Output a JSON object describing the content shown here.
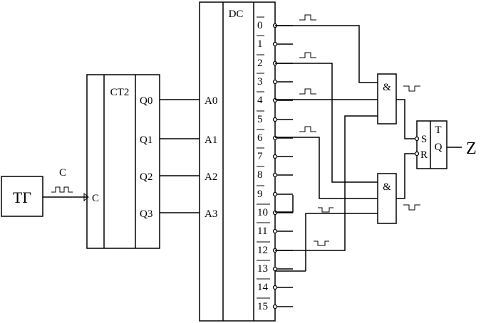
{
  "generator": {
    "label": "ТГ",
    "clock_label": "C"
  },
  "counter": {
    "title": "CT2",
    "clock_input": "C",
    "outputs": [
      "Q0",
      "Q1",
      "Q2",
      "Q3"
    ]
  },
  "decoder": {
    "title": "DC",
    "inputs": [
      "A0",
      "A1",
      "A2",
      "A3"
    ],
    "outputs": [
      "0",
      "1",
      "2",
      "3",
      "4",
      "5",
      "6",
      "7",
      "8",
      "9",
      "10",
      "11",
      "12",
      "13",
      "14",
      "15"
    ]
  },
  "gates": [
    {
      "label": "&"
    },
    {
      "label": "&"
    }
  ],
  "flipflop": {
    "title": "T",
    "inputs": [
      "S",
      "R"
    ],
    "output": "Q"
  },
  "output_label": "Z"
}
